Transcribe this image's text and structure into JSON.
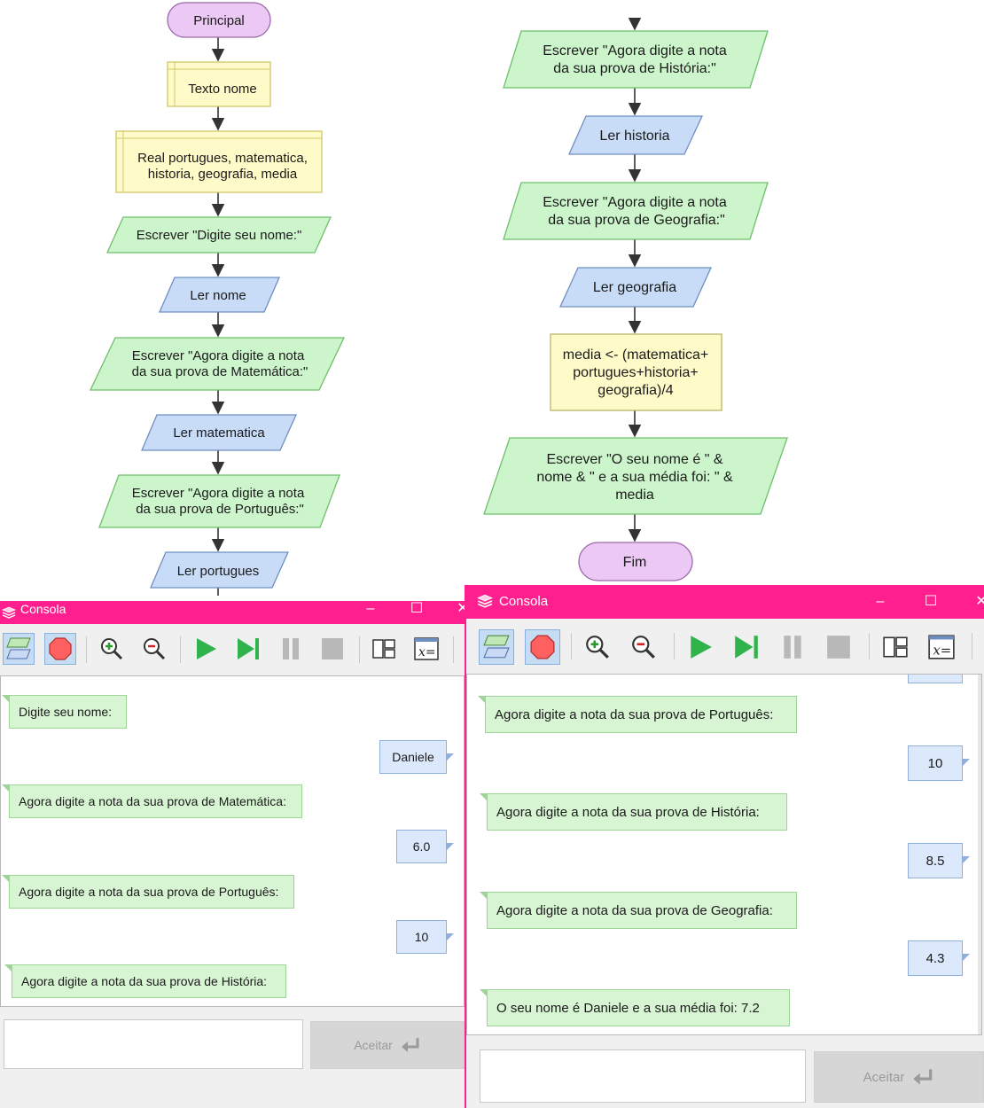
{
  "flowchart": {
    "start": "Principal",
    "left": [
      {
        "kind": "decl",
        "lines": [
          "Texto nome"
        ]
      },
      {
        "kind": "decl",
        "lines": [
          "Real portugues, matematica,",
          "historia, geografia, media"
        ]
      },
      {
        "kind": "write",
        "lines": [
          "Escrever \"Digite seu nome:\""
        ]
      },
      {
        "kind": "read",
        "lines": [
          "Ler nome"
        ]
      },
      {
        "kind": "write",
        "lines": [
          "Escrever \"Agora digite a nota",
          "da sua prova de Matemática:\""
        ]
      },
      {
        "kind": "read",
        "lines": [
          "Ler matematica"
        ]
      },
      {
        "kind": "write",
        "lines": [
          "Escrever \"Agora digite a nota",
          "da sua prova de Português:\""
        ]
      },
      {
        "kind": "read",
        "lines": [
          "Ler portugues"
        ]
      }
    ],
    "right": [
      {
        "kind": "write",
        "lines": [
          "Escrever \"Agora digite a nota",
          "da sua prova de História:\""
        ]
      },
      {
        "kind": "read",
        "lines": [
          "Ler historia"
        ]
      },
      {
        "kind": "write",
        "lines": [
          "Escrever \"Agora digite a nota",
          "da sua prova de Geografia:\""
        ]
      },
      {
        "kind": "read",
        "lines": [
          "Ler geografia"
        ]
      },
      {
        "kind": "assign",
        "lines": [
          "media <- (matematica+",
          "portugues+historia+",
          "geografia)/4"
        ]
      },
      {
        "kind": "write",
        "lines": [
          "Escrever \"O seu nome é  \" &",
          "nome & \" e a sua média foi: \" &",
          "media"
        ]
      }
    ],
    "end": "Fim"
  },
  "colors": {
    "terminal_fill": "#ecc8f5",
    "terminal_stroke": "#9b6aa8",
    "decl_fill": "#fffbc8",
    "decl_stroke": "#cfc76a",
    "write_fill": "#cdf5cc",
    "write_stroke": "#6fbf6b",
    "read_fill": "#c8dcf8",
    "read_stroke": "#6f8fc0",
    "assign_fill": "#fffbc8",
    "assign_stroke": "#b9b16a",
    "titlebar": "#ff1f8e"
  },
  "console_left": {
    "title": "Consola",
    "messages": [
      {
        "type": "out",
        "text": "Digite seu nome:"
      },
      {
        "type": "in",
        "text": "Daniele"
      },
      {
        "type": "out",
        "text": "Agora digite a nota da sua prova de Matemática:"
      },
      {
        "type": "in",
        "text": "6.0"
      },
      {
        "type": "out",
        "text": "Agora digite a nota da sua prova de Português:"
      },
      {
        "type": "in",
        "text": "10"
      },
      {
        "type": "out",
        "text": "Agora digite a nota da sua prova de História:"
      }
    ],
    "accept_label": "Aceitar"
  },
  "console_right": {
    "title": "Consola",
    "messages": [
      {
        "type": "out",
        "text": "Agora digite a nota da sua prova de Português:"
      },
      {
        "type": "in",
        "text": "10"
      },
      {
        "type": "out",
        "text": "Agora digite a nota da sua prova de História:"
      },
      {
        "type": "in",
        "text": "8.5"
      },
      {
        "type": "out",
        "text": "Agora digite a nota da sua prova de Geografia:"
      },
      {
        "type": "in",
        "text": "4.3"
      },
      {
        "type": "out",
        "text": "O seu nome é  Daniele e a sua média foi: 7.2"
      }
    ],
    "accept_label": "Aceitar"
  }
}
